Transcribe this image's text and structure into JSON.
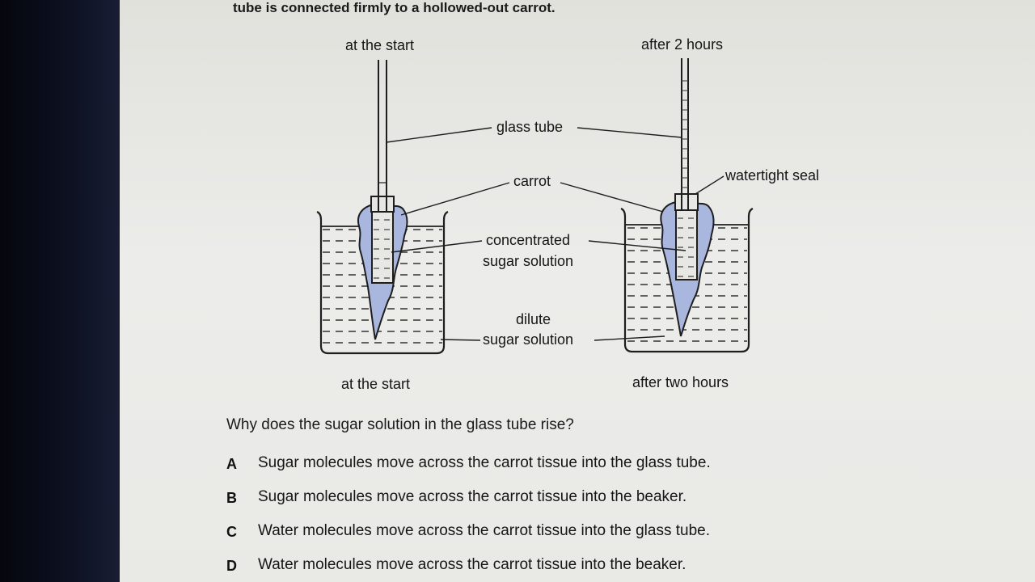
{
  "intro_text": "tube is connected firmly to a hollowed-out carrot.",
  "diagram": {
    "top_label_left": "at the start",
    "top_label_right": "after 2 hours",
    "label_glass_tube": "glass tube",
    "label_carrot": "carrot",
    "label_watertight_seal": "watertight seal",
    "label_concentrated_1": "concentrated",
    "label_concentrated_2": "sugar solution",
    "label_dilute_1": "dilute",
    "label_dilute_2": "sugar solution",
    "caption_left": "at the start",
    "caption_right": "after two hours",
    "colors": {
      "carrot_fill": "#a9b6dd",
      "line": "#1e1e1e"
    }
  },
  "question": "Why does the sugar solution in the glass tube rise?",
  "options": [
    {
      "letter": "A",
      "text": "Sugar molecules move across the carrot tissue into the glass tube."
    },
    {
      "letter": "B",
      "text": "Sugar molecules move across the carrot tissue into the beaker."
    },
    {
      "letter": "C",
      "text": "Water molecules move across the carrot tissue into the glass tube."
    },
    {
      "letter": "D",
      "text": "Water molecules move across the carrot tissue into the beaker."
    }
  ]
}
